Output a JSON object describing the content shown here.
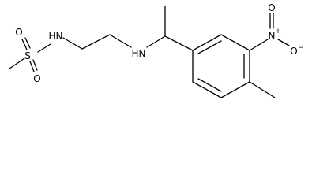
{
  "molecule": {
    "atoms": {
      "sulfur": "S",
      "oxygen_top": "O",
      "oxygen_bottom": "O",
      "sulfonamide_n": "N",
      "sulfonamide_h": "H",
      "amine_n": "N",
      "amine_h": "H",
      "nitro_n": "N",
      "nitro_n_charge": "+",
      "nitro_o_top": "O",
      "nitro_o_right": "O",
      "nitro_o_charge": "−"
    }
  }
}
